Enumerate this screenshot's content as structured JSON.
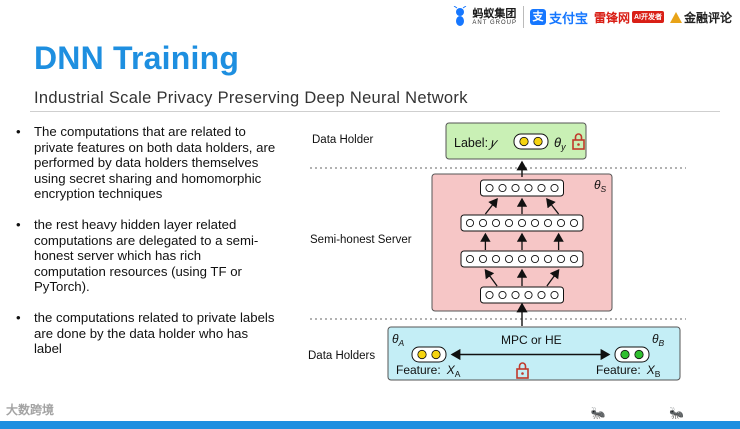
{
  "header": {
    "logos": {
      "ant_cn": "蚂蚁集团",
      "ant_en": "ANT GROUP",
      "alipay": "支付宝",
      "alipay_icon": "支",
      "leifeng": "雷锋网",
      "leifeng_tag": "AI开发者",
      "jinrong": "金融评论"
    }
  },
  "slide": {
    "title": "DNN Training",
    "subtitle": "Industrial Scale Privacy Preserving Deep Neural Network"
  },
  "bullets": [
    "The computations that are related to private features on both data holders, are performed by data holders themselves using secret sharing and homomorphic encryption techniques",
    "the rest heavy hidden layer related computations are delegated to a semi-honest server which has rich computation resources (using TF or PyTorch).",
    "the computations related to private labels are done by the data holder who has label"
  ],
  "bullet_marker": "•",
  "diagram": {
    "row_labels": {
      "top": "Data Holder",
      "middle": "Semi-honest Server",
      "bottom": "Data Holders"
    },
    "label_box": {
      "text": "Label:",
      "var": "𝑦",
      "theta": "θ",
      "theta_sub": "y"
    },
    "server": {
      "theta": "θ",
      "theta_sub": "S"
    },
    "holders": {
      "theta_a": "θ",
      "theta_a_sub": "A",
      "theta_b": "θ",
      "theta_b_sub": "B",
      "protocol": "MPC or HE",
      "feature_a": "Feature:",
      "feature_a_var": "X",
      "feature_a_sub": "A",
      "feature_b": "Feature:",
      "feature_b_var": "X",
      "feature_b_sub": "B"
    },
    "node_layers": [
      6,
      9,
      9,
      6
    ],
    "colors": {
      "label_fill": "#c9f0b5",
      "server_fill": "#f6c6c6",
      "holders_fill": "#c4eef6",
      "node_yellow": "#f5d40f",
      "node_green": "#2fbf2f",
      "lock": "#c0392b"
    }
  },
  "footer": {
    "watermark": "大数跨境",
    "ants": "🐜 🐜"
  }
}
